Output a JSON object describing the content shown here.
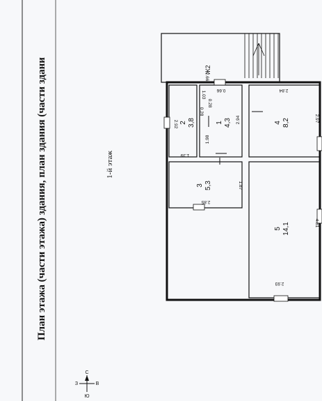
{
  "header": {
    "title": "План этажа (части этажа) здания, план здания (части здани"
  },
  "floor_label": "1-й этаж",
  "compass": {
    "north": "С",
    "south": "Ю",
    "west": "З",
    "east": "В"
  },
  "stair_label": "Ж2",
  "rooms": [
    {
      "num": "1",
      "area": "4,3"
    },
    {
      "num": "2",
      "area": "3,8"
    },
    {
      "num": "3",
      "area": "5,3"
    },
    {
      "num": "4",
      "area": "8,2"
    },
    {
      "num": "5",
      "area": "14,1"
    }
  ],
  "dims": [
    "2.92",
    "1.39",
    "1.03",
    "0.28",
    "0.28",
    "1.98",
    "2.94",
    "0.66",
    "2.84",
    "2.66",
    "2.97",
    "1.87",
    "2.85",
    "2.93",
    "4.81"
  ]
}
